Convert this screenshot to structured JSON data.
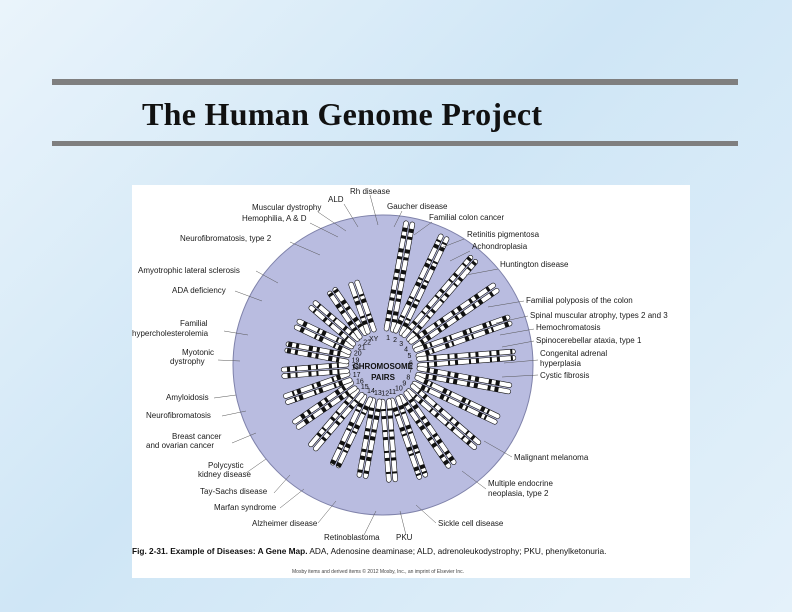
{
  "slide": {
    "title": "The Human Genome Project"
  },
  "figure": {
    "center_label_line1": "CHROMOSOME",
    "center_label_line2": "PAIRS",
    "chromosome_numbers": [
      "1",
      "2",
      "3",
      "4",
      "5",
      "6",
      "7",
      "8",
      "9",
      "10",
      "11",
      "12",
      "13",
      "14",
      "15",
      "16",
      "17",
      "18",
      "19",
      "20",
      "21",
      "22",
      "XY"
    ],
    "disease_labels": [
      "Rh disease",
      "ALD",
      "Muscular dystrophy",
      "Hemophilia, A & D",
      "Gaucher disease",
      "Familial colon cancer",
      "Retinitis pigmentosa",
      "Neurofibromatosis, type 2",
      "Achondroplasia",
      "Huntington disease",
      "Amyotrophic lateral sclerosis",
      "ADA deficiency",
      "Familial polyposis of the colon",
      "Spinal muscular atrophy, types 2 and 3",
      "Familial",
      "hypercholesterolemia",
      "Hemochromatosis",
      "Spinocerebellar ataxia, type 1",
      "Myotonic",
      "dystrophy",
      "Congenital adrenal",
      "hyperplasia",
      "Cystic fibrosis",
      "Amyloidosis",
      "Neurofibromatosis",
      "Breast cancer",
      "and ovarian cancer",
      "Malignant melanoma",
      "Polycystic",
      "kidney disease",
      "Tay-Sachs disease",
      "Multiple endocrine",
      "neoplasia, type 2",
      "Marfan syndrome",
      "Alzheimer disease",
      "Sickle cell disease",
      "Retinoblastoma",
      "PKU"
    ],
    "caption_bold": "Fig. 2-31. Example of Diseases: A Gene Map.",
    "caption_rest": " ADA, Adenosine deaminase; ALD, adrenoleukodystrophy; PKU, phenylketonuria.",
    "credit": "Mosby items and derived items © 2012 Mosby, Inc., an imprint of Elsevier Inc.",
    "colors": {
      "disc": "#b9bce0",
      "disc_edge": "#7f82aa",
      "band_dark": "#111111",
      "band_light": "#ffffff"
    }
  }
}
